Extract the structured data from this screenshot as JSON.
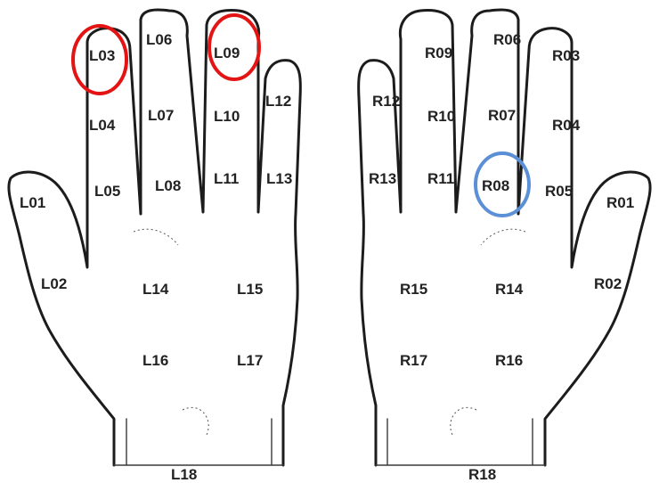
{
  "left_hand": {
    "labels": {
      "L01": "L01",
      "L02": "L02",
      "L03": "L03",
      "L04": "L04",
      "L05": "L05",
      "L06": "L06",
      "L07": "L07",
      "L08": "L08",
      "L09": "L09",
      "L10": "L10",
      "L11": "L11",
      "L12": "L12",
      "L13": "L13",
      "L14": "L14",
      "L15": "L15",
      "L16": "L16",
      "L17": "L17",
      "L18": "L18"
    },
    "highlighted": [
      "L03",
      "L09"
    ]
  },
  "right_hand": {
    "labels": {
      "R01": "R01",
      "R02": "R02",
      "R03": "R03",
      "R04": "R04",
      "R05": "R05",
      "R06": "R06",
      "R07": "R07",
      "R08": "R08",
      "R09": "R09",
      "R10": "R10",
      "R11": "R11",
      "R12": "R12",
      "R13": "R13",
      "R14": "R14",
      "R15": "R15",
      "R16": "R16",
      "R17": "R17",
      "R18": "R18"
    },
    "highlighted": [
      "R08"
    ]
  },
  "colors": {
    "red_marker": "#e41414",
    "blue_marker": "#5b8fd6",
    "outline": "#1c1c1c"
  }
}
